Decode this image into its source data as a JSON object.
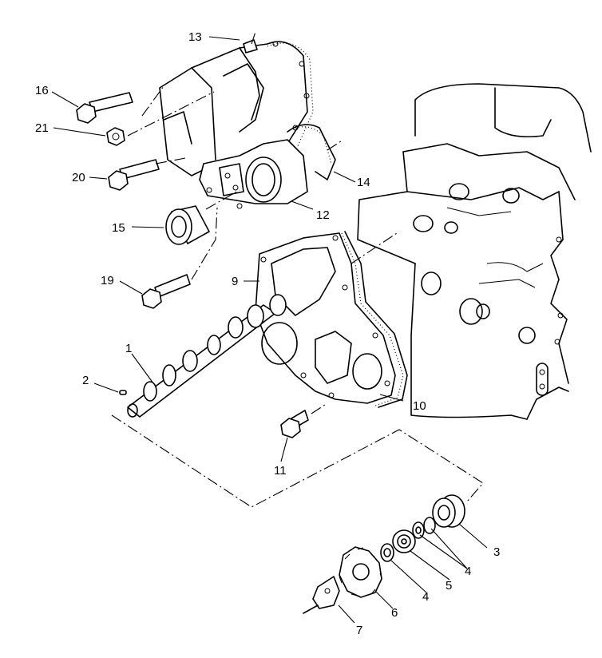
{
  "callouts": {
    "c1": "1",
    "c2": "2",
    "c3": "3",
    "c4a": "4",
    "c4b": "4",
    "c4c": "4",
    "c5": "5",
    "c6": "6",
    "c7": "7",
    "c9": "9",
    "c10": "10",
    "c11": "11",
    "c12": "12",
    "c13": "13",
    "c14": "14",
    "c15": "15",
    "c16": "16",
    "c19": "19",
    "c20": "20",
    "c21": "21"
  }
}
